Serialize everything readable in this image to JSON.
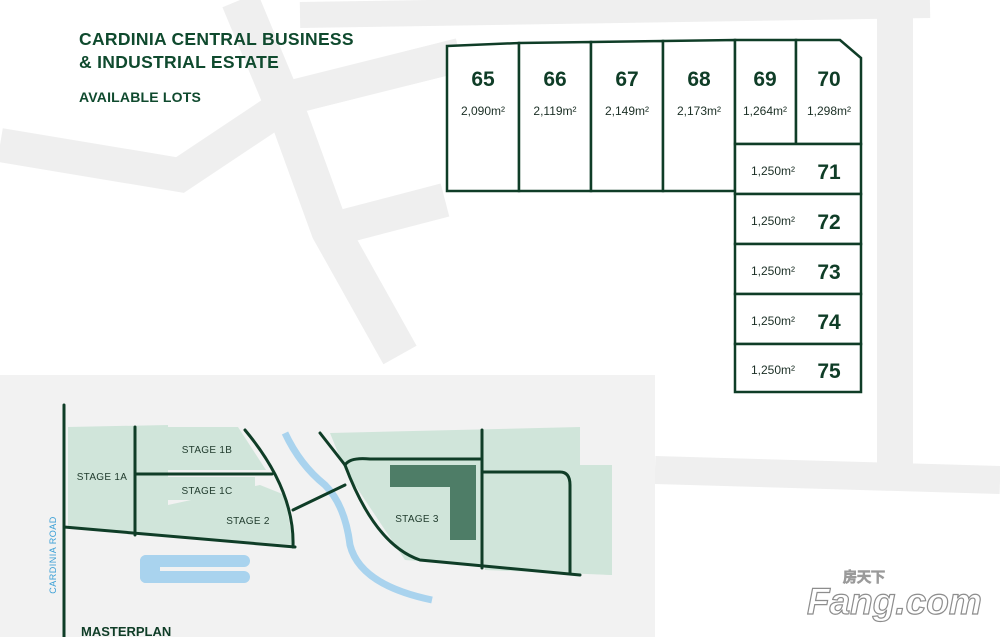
{
  "title_line1": "CARDINIA CENTRAL BUSINESS",
  "title_line2": "& INDUSTRIAL ESTATE",
  "subtitle": "AVAILABLE LOTS",
  "lots_top": [
    {
      "number": "65",
      "area": "2,090m²"
    },
    {
      "number": "66",
      "area": "2,119m²"
    },
    {
      "number": "67",
      "area": "2,149m²"
    },
    {
      "number": "68",
      "area": "2,173m²"
    },
    {
      "number": "69",
      "area": "1,264m²"
    },
    {
      "number": "70",
      "area": "1,298m²"
    }
  ],
  "lots_side": [
    {
      "number": "71",
      "area": "1,250m²"
    },
    {
      "number": "72",
      "area": "1,250m²"
    },
    {
      "number": "73",
      "area": "1,250m²"
    },
    {
      "number": "74",
      "area": "1,250m²"
    },
    {
      "number": "75",
      "area": "1,250m²"
    }
  ],
  "masterplan": {
    "stage_1a": "STAGE 1A",
    "stage_1b": "STAGE 1B",
    "stage_1c": "STAGE 1C",
    "stage_2": "STAGE 2",
    "stage_3": "STAGE 3",
    "road": "CARDINIA ROAD",
    "heading": "MASTERPLAN"
  },
  "watermark": {
    "main": "Fang.com",
    "cn": "房天下"
  },
  "colors": {
    "green_dark": "#0f3d27",
    "stage_fill": "#cfe3d8",
    "water": "#a9d3ee",
    "road_gray": "#eeeeee",
    "building": "#4e7d67"
  }
}
